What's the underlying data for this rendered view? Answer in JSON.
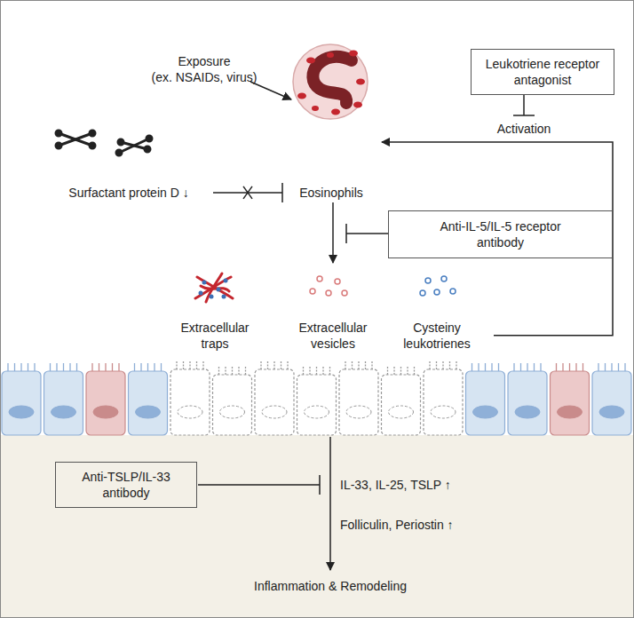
{
  "diagram": {
    "nodes": [
      {
        "text": [
          "Leukotriene receptor antagonist"
        ]
      },
      {
        "text": [
          "Eosinophils"
        ]
      },
      {
        "text": [
          "Surfactant protein D ↓"
        ]
      },
      {
        "text": [
          "Anti-IL-5/IL-5 receptor antibody"
        ]
      },
      {
        "text": [
          "Extracellular traps"
        ]
      },
      {
        "text": [
          "Extracellular vesicles"
        ]
      },
      {
        "text": [
          "Cysteiny leukotrienes"
        ]
      },
      {
        "text": [
          "Anti-TSLP/IL-33 antibody"
        ]
      }
    ],
    "edges": [
      {
        "from": 2,
        "to": 1,
        "arrow": "none"
      },
      {
        "from": 1,
        "to": 5,
        "arrow": "to"
      },
      {
        "from": 6,
        "to": 1,
        "arrow": "to",
        "label": "Activation"
      }
    ],
    "labels": [
      "Exposure",
      "(ex. NSAIDs, virus)",
      "IL-33, IL-25, TSLP ↑",
      "Folliculin, Periostin ↑",
      "Inflammation & Remodeling"
    ]
  }
}
